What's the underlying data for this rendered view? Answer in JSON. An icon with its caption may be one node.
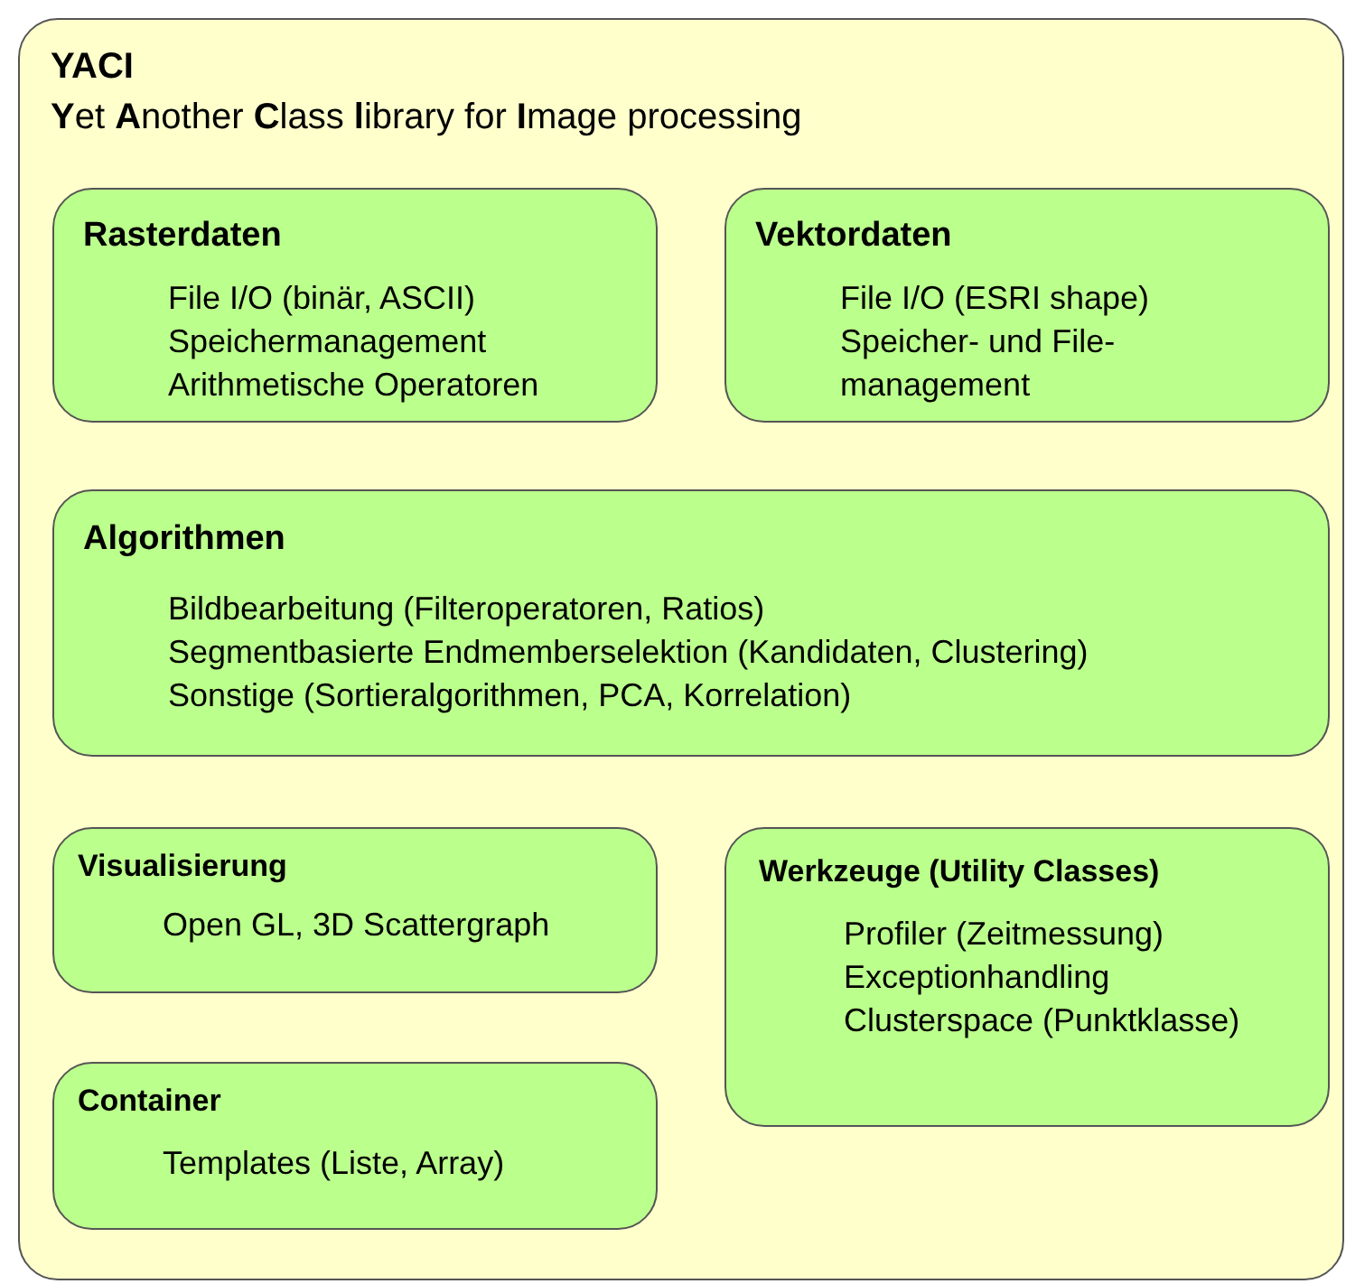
{
  "diagram": {
    "nodes": [
      {
        "text": [
          "YACI",
          "**Y**et **A**nother **C**lass **l**ibrary for **I**mage processing"
        ]
      },
      {
        "text": [
          "Rasterdaten",
          "File I/O (binär, ASCII)",
          "Speichermanagement",
          "Arithmetische Operatoren"
        ],
        "in": 0
      },
      {
        "text": [
          "Vektordaten",
          "File I/O (ESRI shape)",
          "Speicher- und File-management"
        ],
        "in": 0
      },
      {
        "text": [
          "Algorithmen",
          "Bildbearbeitung (Filteroperatoren, Ratios)",
          "Segmentbasierte Endmemberselektion (Kandidaten, Clustering)",
          "Sonstige (Sortieralgorithmen, PCA, Korrelation)"
        ],
        "in": 0
      },
      {
        "text": [
          "Visualisierung",
          "Open GL, 3D Scattergraph"
        ],
        "in": 0
      },
      {
        "text": [
          "Werkzeuge (Utility Classes)",
          "Profiler (Zeitmessung)",
          "Exceptionhandling",
          "Clusterspace (Punktklasse)"
        ],
        "in": 0
      },
      {
        "text": [
          "Container",
          "Templates (Liste, Array)"
        ],
        "in": 0
      }
    ]
  }
}
